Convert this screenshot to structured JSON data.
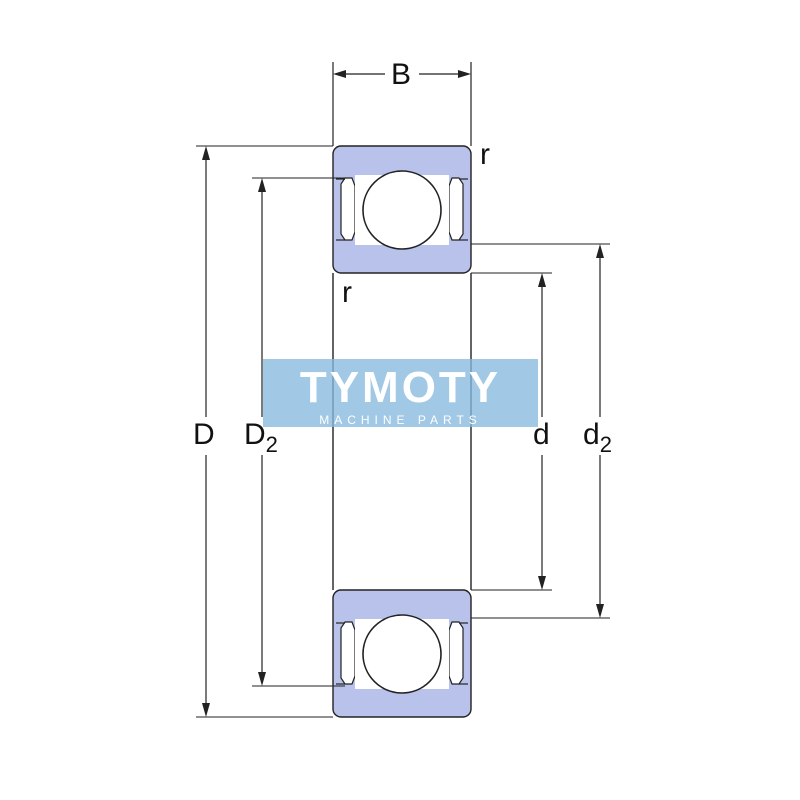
{
  "labels": {
    "B": "B",
    "r_top": "r",
    "r_inner": "r",
    "D": "D",
    "D2": "D",
    "D2_sub": "2",
    "d": "d",
    "d2": "d",
    "d2_sub": "2"
  },
  "watermark": {
    "title": "TYMOTY",
    "subtitle": "MACHINE PARTS"
  },
  "colors": {
    "ring_fill": "#b9c2ea",
    "outline": "#222222",
    "watermark_bg": "#87b8de"
  }
}
